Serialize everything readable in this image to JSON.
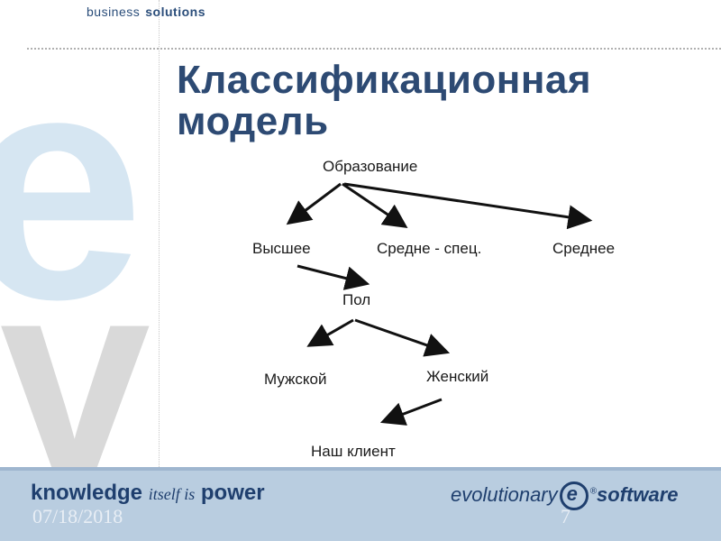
{
  "header": {
    "brand_word1": "business",
    "brand_word2": "solutions"
  },
  "slide": {
    "title_line1": "Классификационная",
    "title_line2": "модель"
  },
  "diagram": {
    "nodes": {
      "education": "Образование",
      "higher": "Высшее",
      "vocational": "Средне - спец.",
      "secondary": "Среднее",
      "gender": "Пол",
      "male": "Мужской",
      "female": "Женский",
      "client": "Наш клиент"
    }
  },
  "footer": {
    "knowledge": "knowledge",
    "itself_is": "itself is",
    "power": "power",
    "evo_word": "evolutionary",
    "evo_e": "e",
    "software": "software",
    "reg_mark": "®",
    "date": "07/18/2018",
    "page": "7"
  },
  "colors": {
    "title": "#2d4a73",
    "footer_bg": "#b9cde0",
    "watermark": "#d6e6f2"
  }
}
